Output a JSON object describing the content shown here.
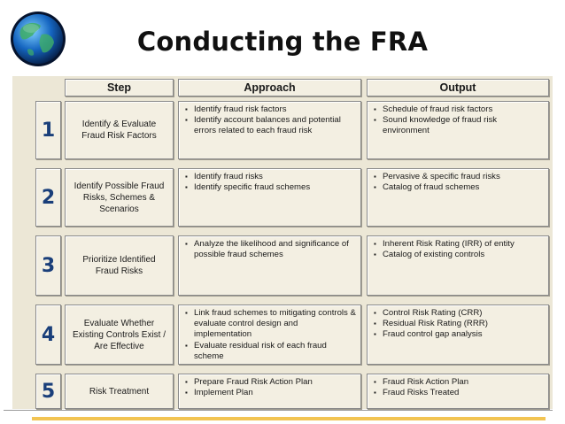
{
  "slide": {
    "title": "Conducting the FRA",
    "logo_icon": "globe-icon"
  },
  "table": {
    "headers": {
      "step": "Step",
      "approach": "Approach",
      "output": "Output"
    },
    "rows": [
      {
        "num": "1",
        "step": "Identify & Evaluate Fraud Risk Factors",
        "approach": [
          "Identify fraud risk factors",
          "Identify account balances and potential errors related to each fraud risk"
        ],
        "output": [
          "Schedule of fraud risk factors",
          "Sound knowledge of fraud risk environment"
        ]
      },
      {
        "num": "2",
        "step": "Identify Possible Fraud Risks, Schemes & Scenarios",
        "approach": [
          "Identify fraud risks",
          "Identify specific fraud schemes"
        ],
        "output": [
          "Pervasive & specific fraud risks",
          "Catalog of fraud schemes"
        ]
      },
      {
        "num": "3",
        "step": "Prioritize Identified Fraud Risks",
        "approach": [
          "Analyze the likelihood and significance of possible fraud schemes"
        ],
        "output": [
          "Inherent Risk Rating (IRR) of entity",
          "Catalog of existing controls"
        ]
      },
      {
        "num": "4",
        "step": "Evaluate Whether Existing Controls Exist / Are Effective",
        "approach": [
          "Link fraud schemes to mitigating controls & evaluate control design and implementation",
          "Evaluate residual risk of each fraud scheme"
        ],
        "output": [
          "Control Risk Rating (CRR)",
          "Residual Risk Rating (RRR)",
          "Fraud control gap analysis"
        ]
      },
      {
        "num": "5",
        "step": "Risk Treatment",
        "approach": [
          "Prepare Fraud Risk Action Plan",
          "Implement Plan"
        ],
        "output": [
          "Fraud Risk Action Plan",
          "Fraud Risks Treated"
        ]
      }
    ]
  }
}
